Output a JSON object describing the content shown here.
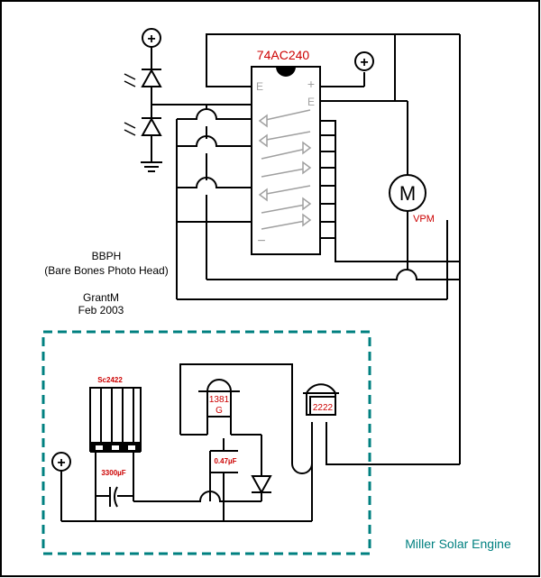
{
  "diagram": {
    "ic_label": "74AC240",
    "ic_pin_left": "E",
    "ic_pin_right_top": "+",
    "ic_pin_right_enable": "E",
    "ic_pin_bottom_minus": "−",
    "motor_symbol": "M",
    "motor_label": "VPM",
    "plus_symbol": "+",
    "notes": {
      "line1": "BBPH",
      "line2": "(Bare Bones Photo Head)",
      "line3": "GrantM",
      "line4": "Feb 2003"
    },
    "solar_cell_label": "Sc2422",
    "capacitor_big_label": "3300µF",
    "capacitor_small_label": "0.47µF",
    "voltage_detector_label_1": "1381",
    "voltage_detector_label_2": "G",
    "transistor_label": "2222",
    "section_title": "Miller Solar Engine",
    "colors": {
      "wire": "#000000",
      "ic_label": "#cc0000",
      "component_fill": "#ffffff",
      "dashed_box": "#008080",
      "section_title": "#008080",
      "ic_grey": "#a0a0a0"
    }
  }
}
